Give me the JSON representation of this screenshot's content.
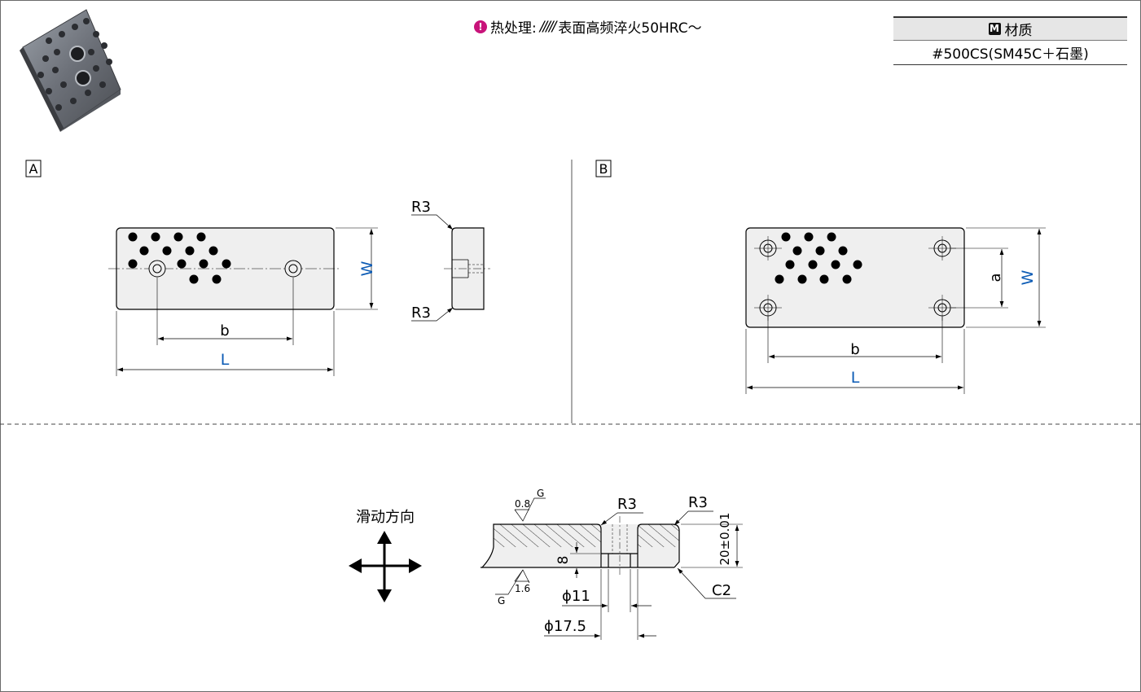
{
  "header": {
    "heat_label": "热处理:",
    "heat_symbol": "/////",
    "heat_value": "表面高频淬火50HRC～",
    "material_title": "材质",
    "material_value": "#500CS(SM45C＋石墨)",
    "material_badge": "M"
  },
  "views": {
    "a_label": "A",
    "b_label": "B"
  },
  "dims": {
    "W": "W",
    "L": "L",
    "b": "b",
    "a": "a",
    "R3": "R3",
    "C2": "C2",
    "phi11": "ϕ11",
    "phi17": "ϕ17.5",
    "depth8": "8",
    "thick": "20±0.01",
    "rough_top": "0.8",
    "rough_bottom": "1.6",
    "rough_grade": "G"
  },
  "slide_label": "滑动方向",
  "colors": {
    "dimension_blue": "#0a5ab4",
    "badge_magenta": "#c8137a",
    "plate_fill": "#efefef"
  }
}
